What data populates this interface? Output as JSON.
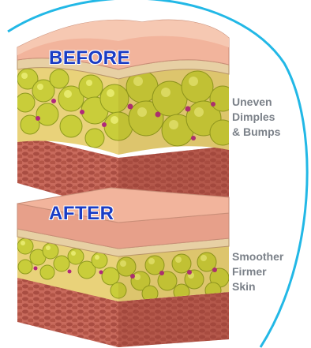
{
  "panels": {
    "before": {
      "heading": "BEFORE",
      "caption": [
        "Uneven",
        "Dimples",
        "& Bumps"
      ]
    },
    "after": {
      "heading": "AFTER",
      "caption": [
        "Smoother",
        "Firmer",
        "Skin"
      ]
    }
  },
  "colors": {
    "arc": "#22b8e6",
    "heading": "#1a3cc4",
    "caption": "#7b8189",
    "skin_top": "#f2b49c",
    "skin_front": "#e7a08a",
    "fat_cell": "#c9cd3a",
    "fat_cell_highlight": "#eef07a",
    "capillary": "#b0287a",
    "muscle": "#b85a4e"
  }
}
